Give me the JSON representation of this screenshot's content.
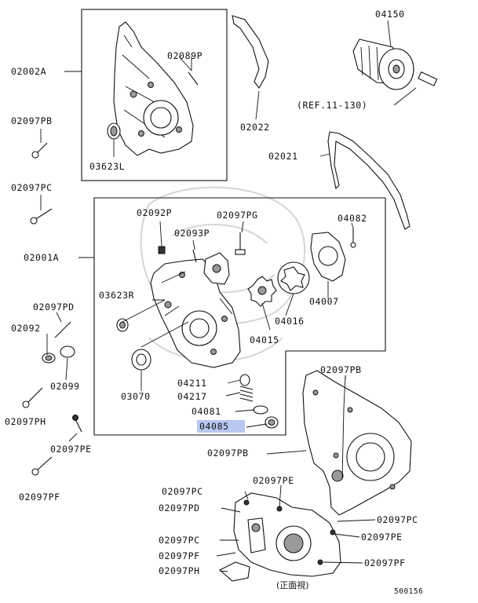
{
  "labels": {
    "p04150": "04150",
    "p02002A": "02002A",
    "p02089P": "02089P",
    "p02022": "02022",
    "ref": "(REF.11-130)",
    "p02097PB_top": "02097PB",
    "p03623L": "03623L",
    "p02021": "02021",
    "p02097PC_top": "02097PC",
    "p02092P": "02092P",
    "p02097PG": "02097PG",
    "p04082": "04082",
    "p02093P": "02093P",
    "p02001A": "02001A",
    "p03623R": "03623R",
    "p04007": "04007",
    "p02097PD": "02097PD",
    "p04016": "04016",
    "p02092": "02092",
    "p04015": "04015",
    "p02099": "02099",
    "p04211": "04211",
    "p02097PB_mid": "02097PB",
    "p03070": "03070",
    "p04217": "04217",
    "p02097PH": "02097PH",
    "p04081": "04081",
    "p04085": "04085",
    "p02097PE_left": "02097PE",
    "p02097PB_low": "02097PB",
    "p02097PF_left": "02097PF",
    "p02097PE_mid": "02097PE",
    "p02097PC_a": "02097PC",
    "p02097PD_b": "02097PD",
    "p02097PC_r": "02097PC",
    "p02097PC_b": "02097PC",
    "p02097PE_r": "02097PE",
    "p02097PF_b": "02097PF",
    "p02097PF_r": "02097PF",
    "p02097PH_b": "02097PH",
    "front_view": "(正面視)",
    "diagram_no": "500156"
  },
  "highlight_color": "#b8c8f0"
}
